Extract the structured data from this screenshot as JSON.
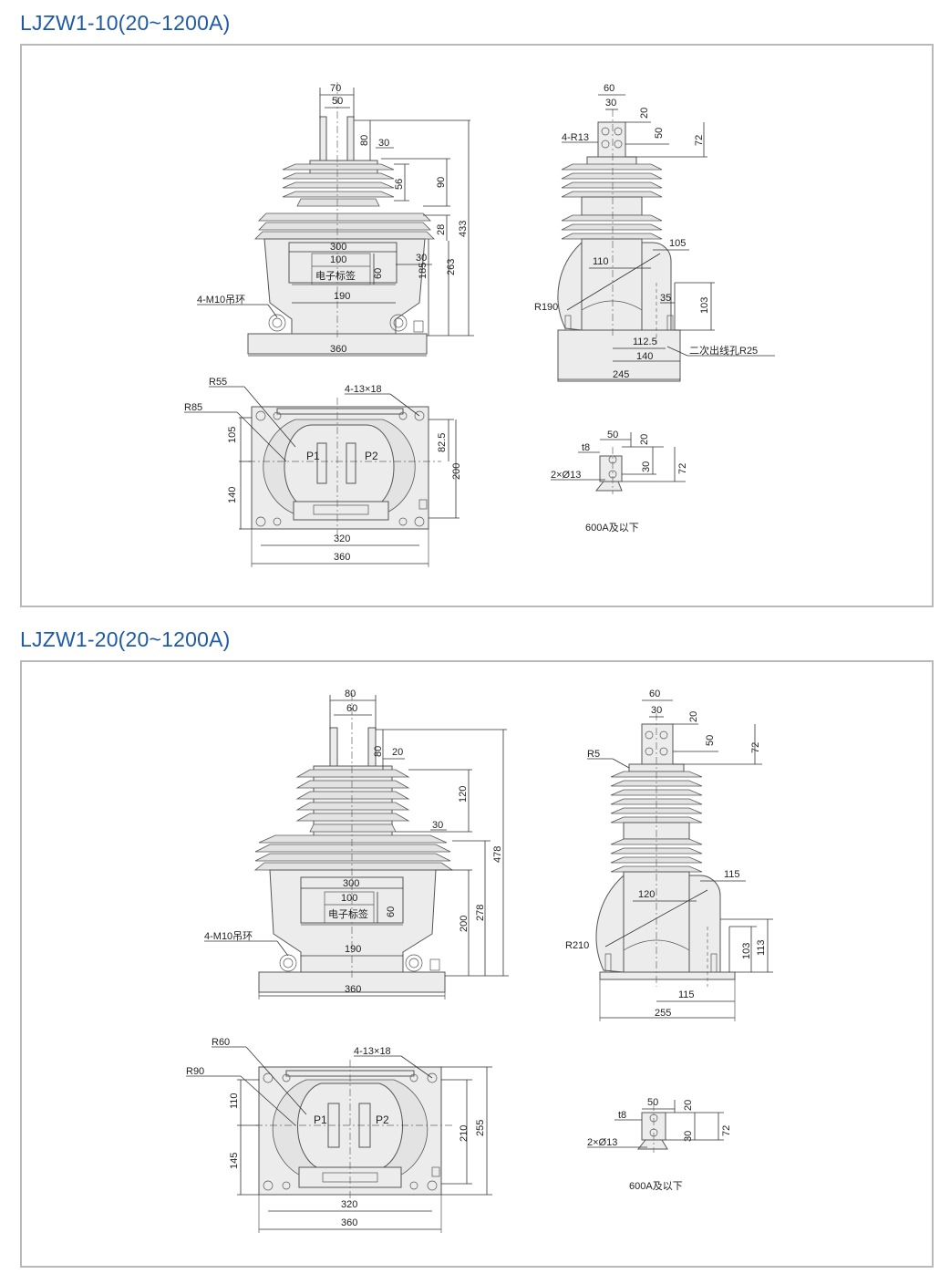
{
  "sections": [
    {
      "title": "LJZW1-10(20~1200A)",
      "front": {
        "dims": {
          "top_outer": "70",
          "top_inner": "50",
          "terminal_h": "80",
          "shed_w": "30",
          "shed_h": "56",
          "upper_h": "90",
          "flange_h": "28",
          "total_h": "433",
          "label_w": "300",
          "label_inner": "100",
          "label_text": "电子标签",
          "label_h": "60",
          "side_w": "30",
          "body_h": "263",
          "lower_h": "185",
          "bottom_w": "190",
          "base_w": "360",
          "lift": "4-M10吊环"
        }
      },
      "side": {
        "dims": {
          "top_w": "60",
          "top_half": "30",
          "top_off": "20",
          "hole_h": "50",
          "terminal_h": "72",
          "holes": "4-R13",
          "arc_off": "105",
          "arc_r": "110",
          "radius": "R190",
          "sec_w": "35",
          "sec_h": "103",
          "d1": "112.5",
          "d2": "140",
          "d3": "245",
          "sec_hole": "二次出线孔R25"
        }
      },
      "plan": {
        "dims": {
          "r_small": "R55",
          "r_large": "R85",
          "holes": "4-13×18",
          "upper": "105",
          "lower": "140",
          "off": "82.5",
          "depth": "200",
          "p1": "P1",
          "p2": "P2",
          "inner_w": "320",
          "outer_w": "360"
        }
      },
      "detail": {
        "dims": {
          "w": "50",
          "off": "20",
          "thick": "t8",
          "holes": "2×Ø13",
          "pitch": "30",
          "h": "72",
          "caption": "600A及以下"
        }
      }
    },
    {
      "title": "LJZW1-20(20~1200A)",
      "front": {
        "dims": {
          "top_outer": "80",
          "top_inner": "60",
          "terminal_h": "80",
          "shed_w": "20",
          "upper_h": "120",
          "side_w": "30",
          "total_h": "478",
          "label_w": "300",
          "label_inner": "100",
          "label_text": "电子标签",
          "label_h": "60",
          "body_h": "200",
          "mid_h": "278",
          "bottom_w": "190",
          "base_w": "360",
          "lift": "4-M10吊环"
        }
      },
      "side": {
        "dims": {
          "top_w": "60",
          "top_half": "30",
          "top_off": "20",
          "hole_h": "50",
          "terminal_h": "72",
          "radius_small": "R5",
          "arc_off": "115",
          "arc_r": "120",
          "radius": "R210",
          "sec_h1": "103",
          "sec_h2": "113",
          "d1": "115",
          "d2": "255"
        }
      },
      "plan": {
        "dims": {
          "r_small": "R60",
          "r_large": "R90",
          "holes": "4-13×18",
          "upper": "110",
          "lower": "145",
          "depth1": "210",
          "depth2": "255",
          "p1": "P1",
          "p2": "P2",
          "inner_w": "320",
          "outer_w": "360"
        }
      },
      "detail": {
        "dims": {
          "w": "50",
          "off": "20",
          "thick": "t8",
          "holes": "2×Ø13",
          "pitch": "30",
          "h": "72",
          "caption": "600A及以下"
        }
      }
    }
  ]
}
